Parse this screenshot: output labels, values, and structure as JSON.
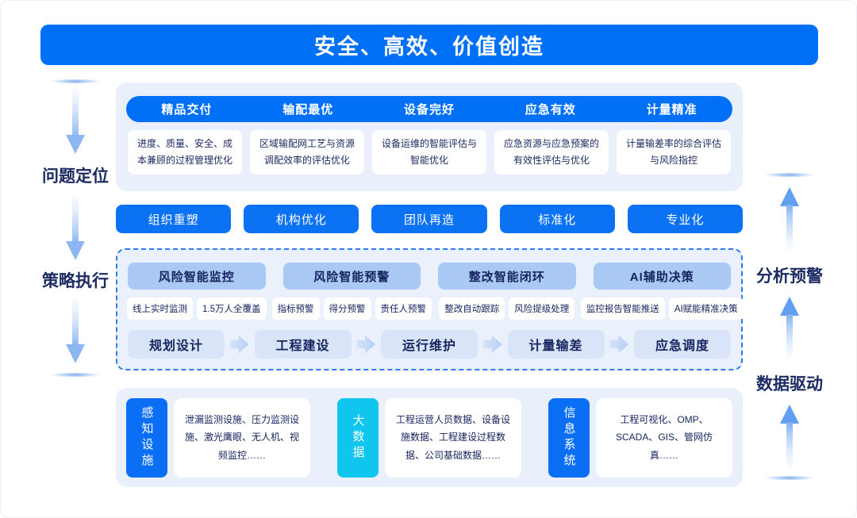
{
  "banner": {
    "title": "安全、高效、价值创造"
  },
  "left_rail": {
    "labels": [
      "问题定位",
      "策略执行"
    ]
  },
  "right_rail": {
    "labels": [
      "分析预警",
      "数据驱动"
    ]
  },
  "goals": {
    "items": [
      {
        "label": "精品交付",
        "desc": "进度、质量、安全、成本兼顾的过程管理优化"
      },
      {
        "label": "输配最优",
        "desc": "区域输配网工艺与资源调配效率的评估优化"
      },
      {
        "label": "设备完好",
        "desc": "设备运维的智能评估与智能优化"
      },
      {
        "label": "应急有效",
        "desc": "应急资源与应急预案的有效性评估与优化"
      },
      {
        "label": "计量精准",
        "desc": "计量输差率的综合评估与风险指控"
      }
    ]
  },
  "strategy_buttons": [
    "组织重塑",
    "机构优化",
    "团队再造",
    "标准化",
    "专业化"
  ],
  "capabilities": {
    "columns": [
      {
        "title": "风险智能监控",
        "tags": [
          "线上实时监测",
          "1.5万人全覆盖"
        ]
      },
      {
        "title": "风险智能预警",
        "tags": [
          "指标预警",
          "得分预警",
          "责任人预警"
        ]
      },
      {
        "title": "整改智能闭环",
        "tags": [
          "整改自动跟踪",
          "风险提级处理"
        ]
      },
      {
        "title": "AI辅助决策",
        "tags": [
          "监控报告智能推送",
          "AI赋能精准决策"
        ]
      }
    ],
    "process": [
      "规划设计",
      "工程建设",
      "运行维护",
      "计量输差",
      "应急调度"
    ]
  },
  "data_layer": {
    "groups": [
      {
        "label": "感知设施",
        "desc": "泄漏监测设施、压力监测设施、激光鹰眼、无人机、视频监控……",
        "color": "#0b6ff6"
      },
      {
        "label": "大数据",
        "desc": "工程运营人员数据、设备设施数据、工程建设过程数据、公司基础数据……",
        "color": "#10c5ee"
      },
      {
        "label": "信息系统",
        "desc": "工程可视化、OMP、SCADA、GIS、管网仿真……",
        "color": "#0b6ff6"
      }
    ]
  },
  "colors": {
    "primary_blue": "#0070f6",
    "light_pill_blue": "#a9c8f4",
    "panel_blue": "#e9effb",
    "dashed_border_blue": "#2e7cf0",
    "process_box_blue": "#d9e4f8",
    "cyan": "#10c5ee",
    "dark_navy_text": "#15245f",
    "arrow_gradient_blue": "#8cb6f4"
  }
}
